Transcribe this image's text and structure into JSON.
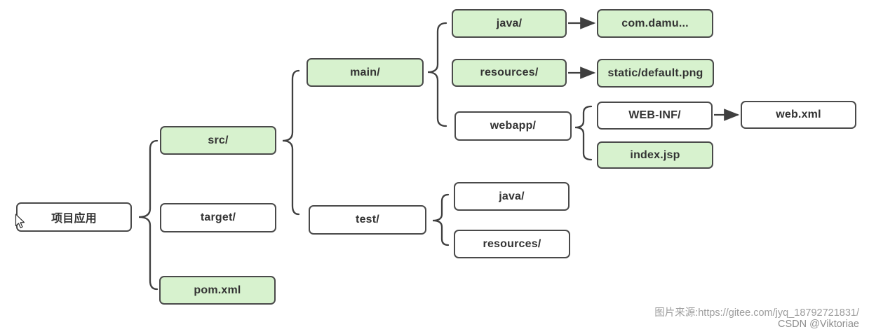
{
  "diagram": {
    "type": "tree",
    "legend_hint": "green boxes = highlighted items, white boxes = plain items",
    "colors": {
      "green_fill": "#d7f2ce",
      "white_fill": "#ffffff",
      "box_border": "#4a4a4a",
      "connector": "#3f3f3f",
      "text": "#333333",
      "watermark_gray": "#9d9d9d"
    }
  },
  "nodes": [
    {
      "id": "project",
      "label": "项目应用",
      "variant": "white"
    },
    {
      "id": "src",
      "label": "src/",
      "variant": "green"
    },
    {
      "id": "target",
      "label": "target/",
      "variant": "white"
    },
    {
      "id": "pom",
      "label": "pom.xml",
      "variant": "green"
    },
    {
      "id": "main",
      "label": "main/",
      "variant": "green"
    },
    {
      "id": "test",
      "label": "test/",
      "variant": "white"
    },
    {
      "id": "main-java",
      "label": "java/",
      "variant": "green"
    },
    {
      "id": "main-resources",
      "label": "resources/",
      "variant": "green"
    },
    {
      "id": "webapp",
      "label": "webapp/",
      "variant": "white"
    },
    {
      "id": "test-java",
      "label": "java/",
      "variant": "white"
    },
    {
      "id": "test-resources",
      "label": "resources/",
      "variant": "white"
    },
    {
      "id": "com-damu",
      "label": "com.damu...",
      "variant": "green"
    },
    {
      "id": "static-default",
      "label": "static/default.png",
      "variant": "green"
    },
    {
      "id": "web-inf",
      "label": "WEB-INF/",
      "variant": "white"
    },
    {
      "id": "index-jsp",
      "label": "index.jsp",
      "variant": "green"
    },
    {
      "id": "web-xml",
      "label": "web.xml",
      "variant": "white"
    }
  ],
  "edges": {
    "braces": [
      {
        "parent": "project",
        "children": [
          "src",
          "target",
          "pom"
        ]
      },
      {
        "parent": "src",
        "children": [
          "main",
          "test"
        ]
      },
      {
        "parent": "main",
        "children": [
          "main-java",
          "main-resources",
          "webapp"
        ]
      },
      {
        "parent": "test",
        "children": [
          "test-java",
          "test-resources"
        ]
      },
      {
        "parent": "webapp",
        "children": [
          "web-inf",
          "index-jsp"
        ]
      }
    ],
    "arrows": [
      {
        "from": "main-java",
        "to": "com-damu"
      },
      {
        "from": "main-resources",
        "to": "static-default"
      },
      {
        "from": "web-inf",
        "to": "web-xml"
      }
    ]
  },
  "watermark": {
    "line1": "图片来源:https://gitee.com/jyq_18792721831/",
    "line2": "CSDN @Viktoriae"
  }
}
